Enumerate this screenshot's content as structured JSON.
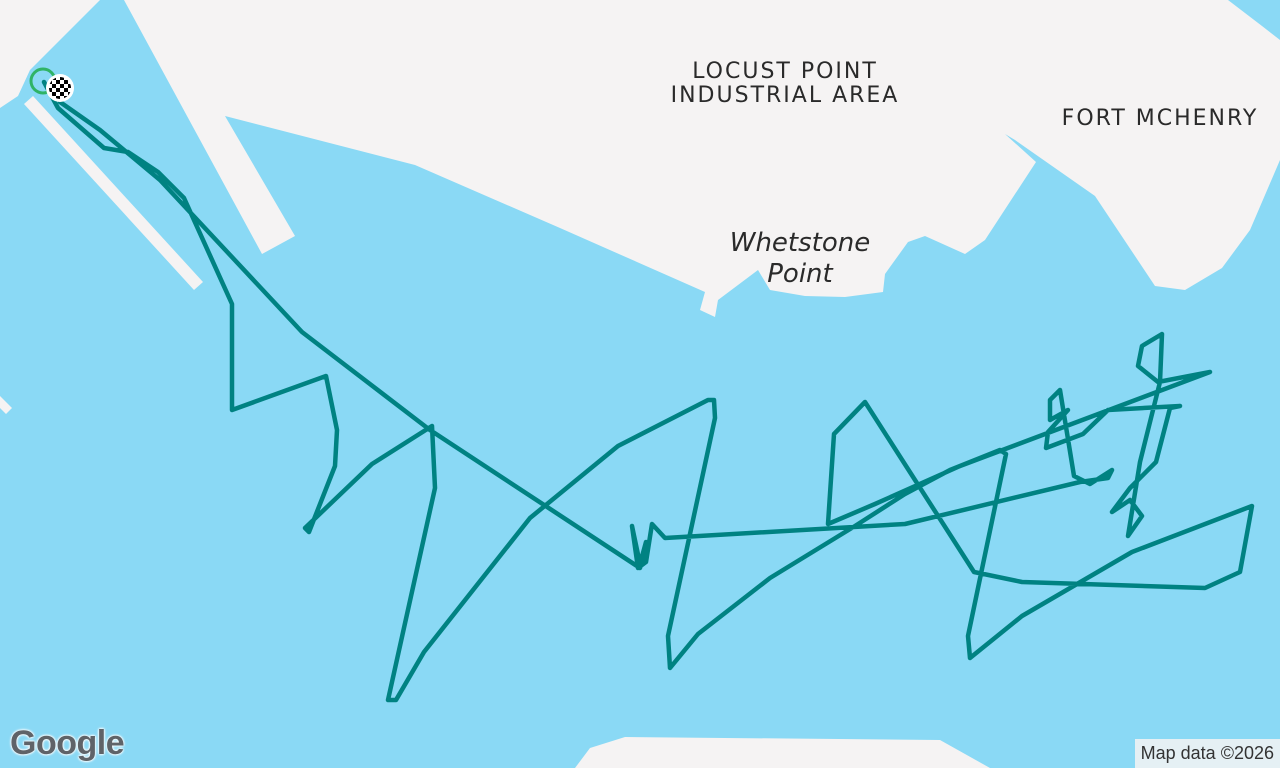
{
  "colors": {
    "water": "#8ad9f5",
    "land": "#f5f3f3",
    "route": "#008282",
    "start_marker": "#2fb366"
  },
  "map": {
    "places": [
      {
        "id": "locust",
        "text": "LOCUST POINT\nINDUSTRIAL AREA"
      },
      {
        "id": "fort",
        "text": "FORT MCHENRY"
      },
      {
        "id": "whetstone",
        "text": "Whetstone\nPoint"
      }
    ],
    "logo": "Google",
    "attribution": "Map data ©2026"
  },
  "icons": {
    "start": "start-circle-icon",
    "finish": "checkered-flag-icon"
  }
}
